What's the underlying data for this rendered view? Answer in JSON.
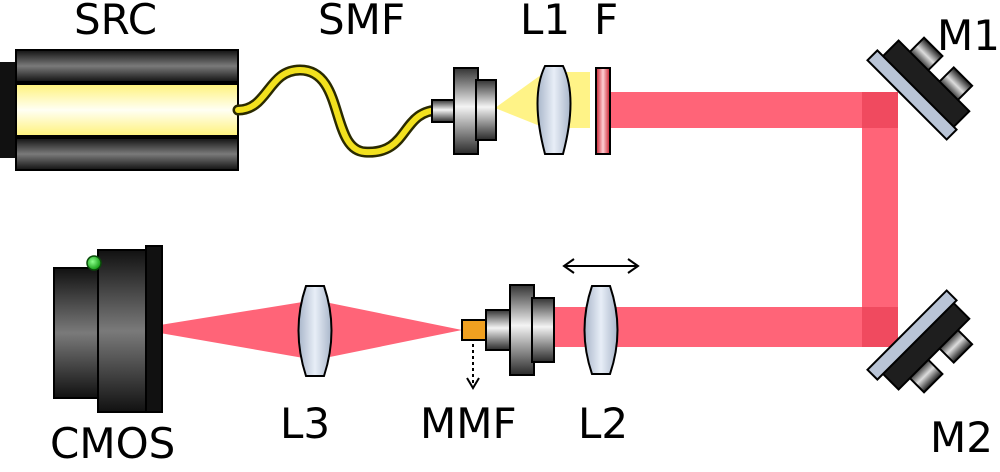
{
  "labels": {
    "src": "SRC",
    "smf": "SMF",
    "l1": "L1",
    "f": "F",
    "m1": "M1",
    "m2": "M2",
    "cmos": "CMOS",
    "l3": "L3",
    "mmf": "MMF",
    "l2": "L2"
  },
  "colors": {
    "beam": "#ff6478",
    "beam_dark": "#f04a5f",
    "white_light": "#fff27a",
    "fiber": "#f2e11e",
    "fiber_edge": "#2a2a00",
    "filter": "#e8283a",
    "lens": "#c7d2e2",
    "mirror_face": "#b9c4d6",
    "metal_dark": "#1e1e1e",
    "led": "#22c422",
    "mmf_tip": "#f0a020"
  },
  "icons": {
    "translation": "double-arrow-icon",
    "coupling_direction": "dotted-down-arrow-icon"
  }
}
